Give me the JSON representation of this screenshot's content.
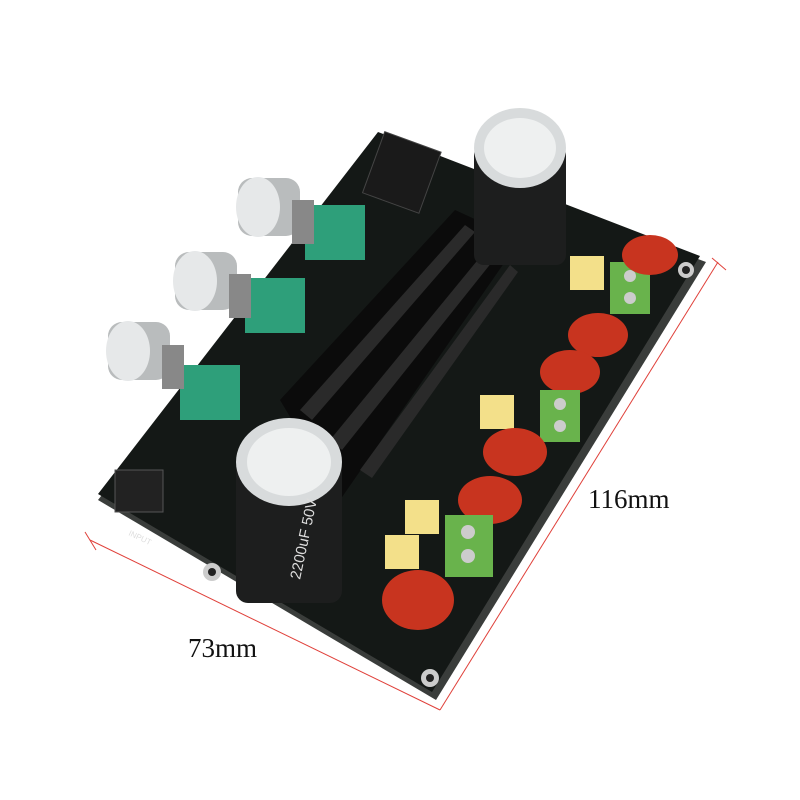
{
  "dimensions": {
    "length_label": "116mm",
    "width_label": "73mm",
    "line_color": "#e0403a"
  },
  "board": {
    "pcb_color": "#141816",
    "capacitor_text": "2200uF 50V",
    "input_label": "INPUT",
    "components": [
      "volume-knob",
      "treble-knob",
      "bass-knob",
      "heatsink",
      "capacitor",
      "inductor-coil",
      "terminal-block",
      "film-capacitor",
      "audio-jack"
    ]
  }
}
